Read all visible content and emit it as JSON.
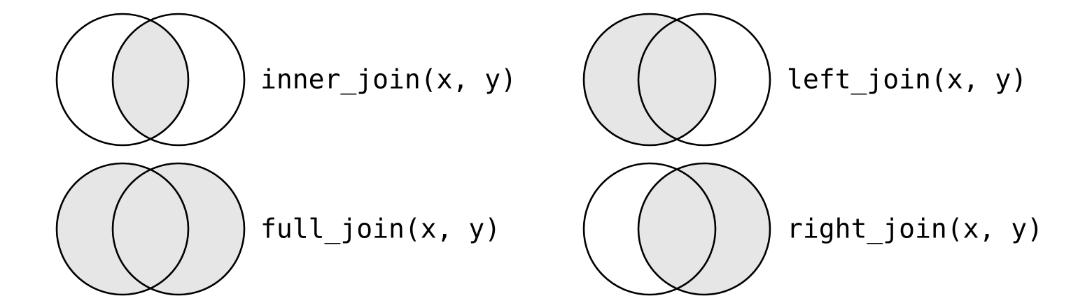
{
  "colors": {
    "fill": "#e6e6e6",
    "stroke": "#000000",
    "background": "#ffffff"
  },
  "joins": [
    {
      "id": "inner-join",
      "label": "inner_join(x, y)",
      "shaded": "intersection"
    },
    {
      "id": "left-join",
      "label": "left_join(x, y)",
      "shaded": "x"
    },
    {
      "id": "full-join",
      "label": "full_join(x, y)",
      "shaded": "union"
    },
    {
      "id": "right-join",
      "label": "right_join(x, y)",
      "shaded": "y"
    }
  ]
}
